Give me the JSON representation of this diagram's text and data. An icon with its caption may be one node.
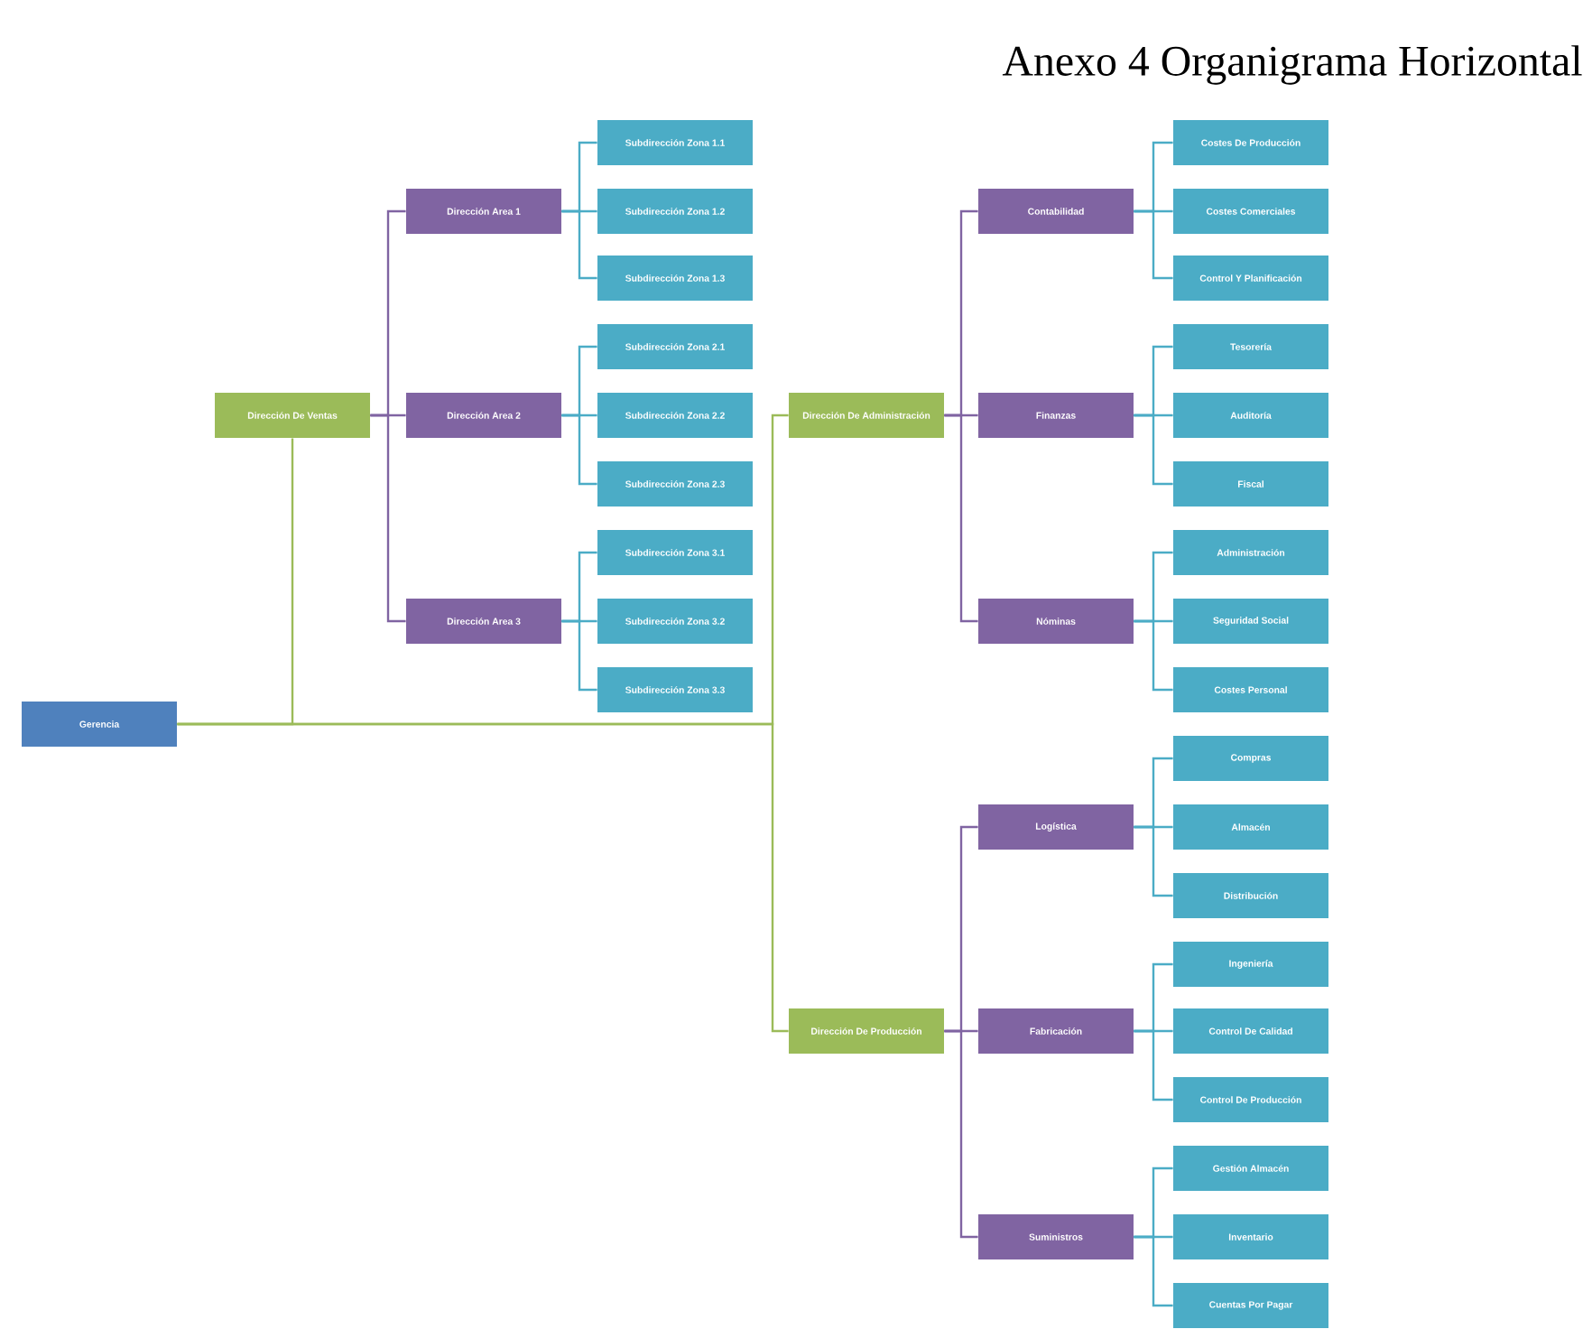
{
  "diagram": {
    "title": "Anexo 4 Organigrama Horizontal",
    "nodes": [
      {
        "text": [
          "Gerencia"
        ]
      },
      {
        "text": [
          "Dirección De Ventas"
        ]
      },
      {
        "text": [
          "Dirección Area 1"
        ]
      },
      {
        "text": [
          "Subdirección Zona 1.1"
        ]
      },
      {
        "text": [
          "Subdirección Zona 1.2"
        ]
      },
      {
        "text": [
          "Subdirección Zona 1.3"
        ]
      },
      {
        "text": [
          "Dirección Area 2"
        ]
      },
      {
        "text": [
          "Subdirección Zona 2.1"
        ]
      },
      {
        "text": [
          "Subdirección Zona 2.2"
        ]
      },
      {
        "text": [
          "Subdirección Zona 2.3"
        ]
      },
      {
        "text": [
          "Dirección Area 3"
        ]
      },
      {
        "text": [
          "Subdirección Zona 3.1"
        ]
      },
      {
        "text": [
          "Subdirección Zona 3.2"
        ]
      },
      {
        "text": [
          "Subdirección Zona 3.3"
        ]
      },
      {
        "text": [
          "Dirección De Administración"
        ]
      },
      {
        "text": [
          "Contabilidad"
        ]
      },
      {
        "text": [
          "Costes De Producción"
        ]
      },
      {
        "text": [
          "Costes Comerciales"
        ]
      },
      {
        "text": [
          "Control Y Planificación"
        ]
      },
      {
        "text": [
          "Finanzas"
        ]
      },
      {
        "text": [
          "Tesorería"
        ]
      },
      {
        "text": [
          "Auditoría"
        ]
      },
      {
        "text": [
          "Fiscal"
        ]
      },
      {
        "text": [
          "Nóminas"
        ]
      },
      {
        "text": [
          "Administración"
        ]
      },
      {
        "text": [
          "Seguridad Social"
        ]
      },
      {
        "text": [
          "Costes Personal"
        ]
      },
      {
        "text": [
          "Dirección De Producción"
        ]
      },
      {
        "text": [
          "Logística"
        ]
      },
      {
        "text": [
          "Compras"
        ]
      },
      {
        "text": [
          "Almacén"
        ]
      },
      {
        "text": [
          "Distribución"
        ]
      },
      {
        "text": [
          "Fabricación"
        ]
      },
      {
        "text": [
          "Ingeniería"
        ]
      },
      {
        "text": [
          "Control De Calidad"
        ]
      },
      {
        "text": [
          "Control De Producción"
        ]
      },
      {
        "text": [
          "Suministros"
        ]
      },
      {
        "text": [
          "Gestión Almacén"
        ]
      },
      {
        "text": [
          "Inventario"
        ]
      },
      {
        "text": [
          "Cuentas Por Pagar"
        ]
      }
    ],
    "edges": [
      {
        "from": 0,
        "to": 1,
        "arrow": "none",
        "color": "#9bbb59"
      },
      {
        "from": 0,
        "to": 14,
        "arrow": "none",
        "color": "#9bbb59"
      },
      {
        "from": 0,
        "to": 27,
        "arrow": "none",
        "color": "#9bbb59"
      },
      {
        "from": 1,
        "to": 2,
        "arrow": "none",
        "color": "#8064a2"
      },
      {
        "from": 1,
        "to": 6,
        "arrow": "none",
        "color": "#8064a2"
      },
      {
        "from": 1,
        "to": 10,
        "arrow": "none",
        "color": "#8064a2"
      },
      {
        "from": 2,
        "to": 3,
        "arrow": "none"
      },
      {
        "from": 2,
        "to": 4,
        "arrow": "none"
      },
      {
        "from": 2,
        "to": 5,
        "arrow": "none"
      },
      {
        "from": 6,
        "to": 7,
        "arrow": "none"
      },
      {
        "from": 6,
        "to": 8,
        "arrow": "none"
      },
      {
        "from": 6,
        "to": 9,
        "arrow": "none"
      },
      {
        "from": 10,
        "to": 11,
        "arrow": "none"
      },
      {
        "from": 10,
        "to": 12,
        "arrow": "none"
      },
      {
        "from": 10,
        "to": 13,
        "arrow": "none"
      },
      {
        "from": 14,
        "to": 15,
        "arrow": "none",
        "color": "#8064a2"
      },
      {
        "from": 14,
        "to": 19,
        "arrow": "none",
        "color": "#8064a2"
      },
      {
        "from": 14,
        "to": 23,
        "arrow": "none",
        "color": "#8064a2"
      },
      {
        "from": 15,
        "to": 16,
        "arrow": "none"
      },
      {
        "from": 15,
        "to": 17,
        "arrow": "none"
      },
      {
        "from": 15,
        "to": 18,
        "arrow": "none"
      },
      {
        "from": 19,
        "to": 20,
        "arrow": "none"
      },
      {
        "from": 19,
        "to": 21,
        "arrow": "none"
      },
      {
        "from": 19,
        "to": 22,
        "arrow": "none"
      },
      {
        "from": 23,
        "to": 24,
        "arrow": "none"
      },
      {
        "from": 23,
        "to": 25,
        "arrow": "none"
      },
      {
        "from": 23,
        "to": 26,
        "arrow": "none"
      },
      {
        "from": 27,
        "to": 28,
        "arrow": "none",
        "color": "#8064a2"
      },
      {
        "from": 27,
        "to": 32,
        "arrow": "none",
        "color": "#8064a2"
      },
      {
        "from": 27,
        "to": 36,
        "arrow": "none",
        "color": "#8064a2"
      },
      {
        "from": 28,
        "to": 29,
        "arrow": "none"
      },
      {
        "from": 28,
        "to": 30,
        "arrow": "none"
      },
      {
        "from": 28,
        "to": 31,
        "arrow": "none"
      },
      {
        "from": 32,
        "to": 33,
        "arrow": "none"
      },
      {
        "from": 32,
        "to": 34,
        "arrow": "none"
      },
      {
        "from": 32,
        "to": 35,
        "arrow": "none"
      },
      {
        "from": 36,
        "to": 37,
        "arrow": "none"
      },
      {
        "from": 36,
        "to": 38,
        "arrow": "none"
      },
      {
        "from": 36,
        "to": 39,
        "arrow": "none"
      }
    ]
  }
}
